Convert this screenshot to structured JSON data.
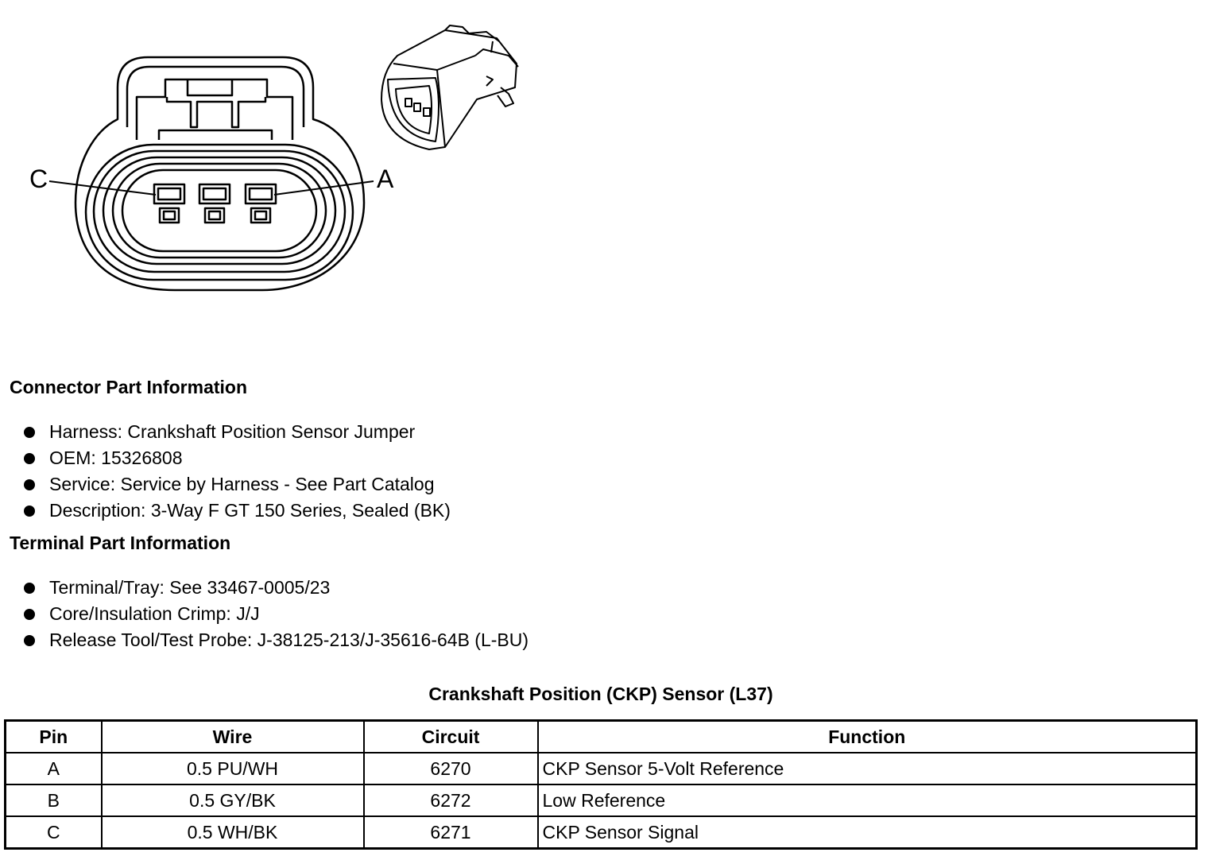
{
  "diagram": {
    "callouts": {
      "left": "C",
      "right": "A"
    }
  },
  "connector_info": {
    "heading": "Connector Part Information",
    "items": [
      "Harness: Crankshaft Position Sensor Jumper",
      "OEM: 15326808",
      "Service: Service by Harness - See Part Catalog",
      "Description: 3-Way F GT 150 Series, Sealed (BK)"
    ]
  },
  "terminal_info": {
    "heading": "Terminal Part Information",
    "items": [
      "Terminal/Tray: See 33467-0005/23",
      "Core/Insulation Crimp: J/J",
      "Release Tool/Test Probe: J-38125-213/J-35616-64B (L-BU)"
    ]
  },
  "table": {
    "title": "Crankshaft Position (CKP) Sensor (L37)",
    "headers": [
      "Pin",
      "Wire",
      "Circuit",
      "Function"
    ],
    "rows": [
      [
        "A",
        "0.5 PU/WH",
        "6270",
        "CKP Sensor 5-Volt Reference"
      ],
      [
        "B",
        "0.5 GY/BK",
        "6272",
        "Low Reference"
      ],
      [
        "C",
        "0.5 WH/BK",
        "6271",
        "CKP Sensor Signal"
      ]
    ]
  }
}
